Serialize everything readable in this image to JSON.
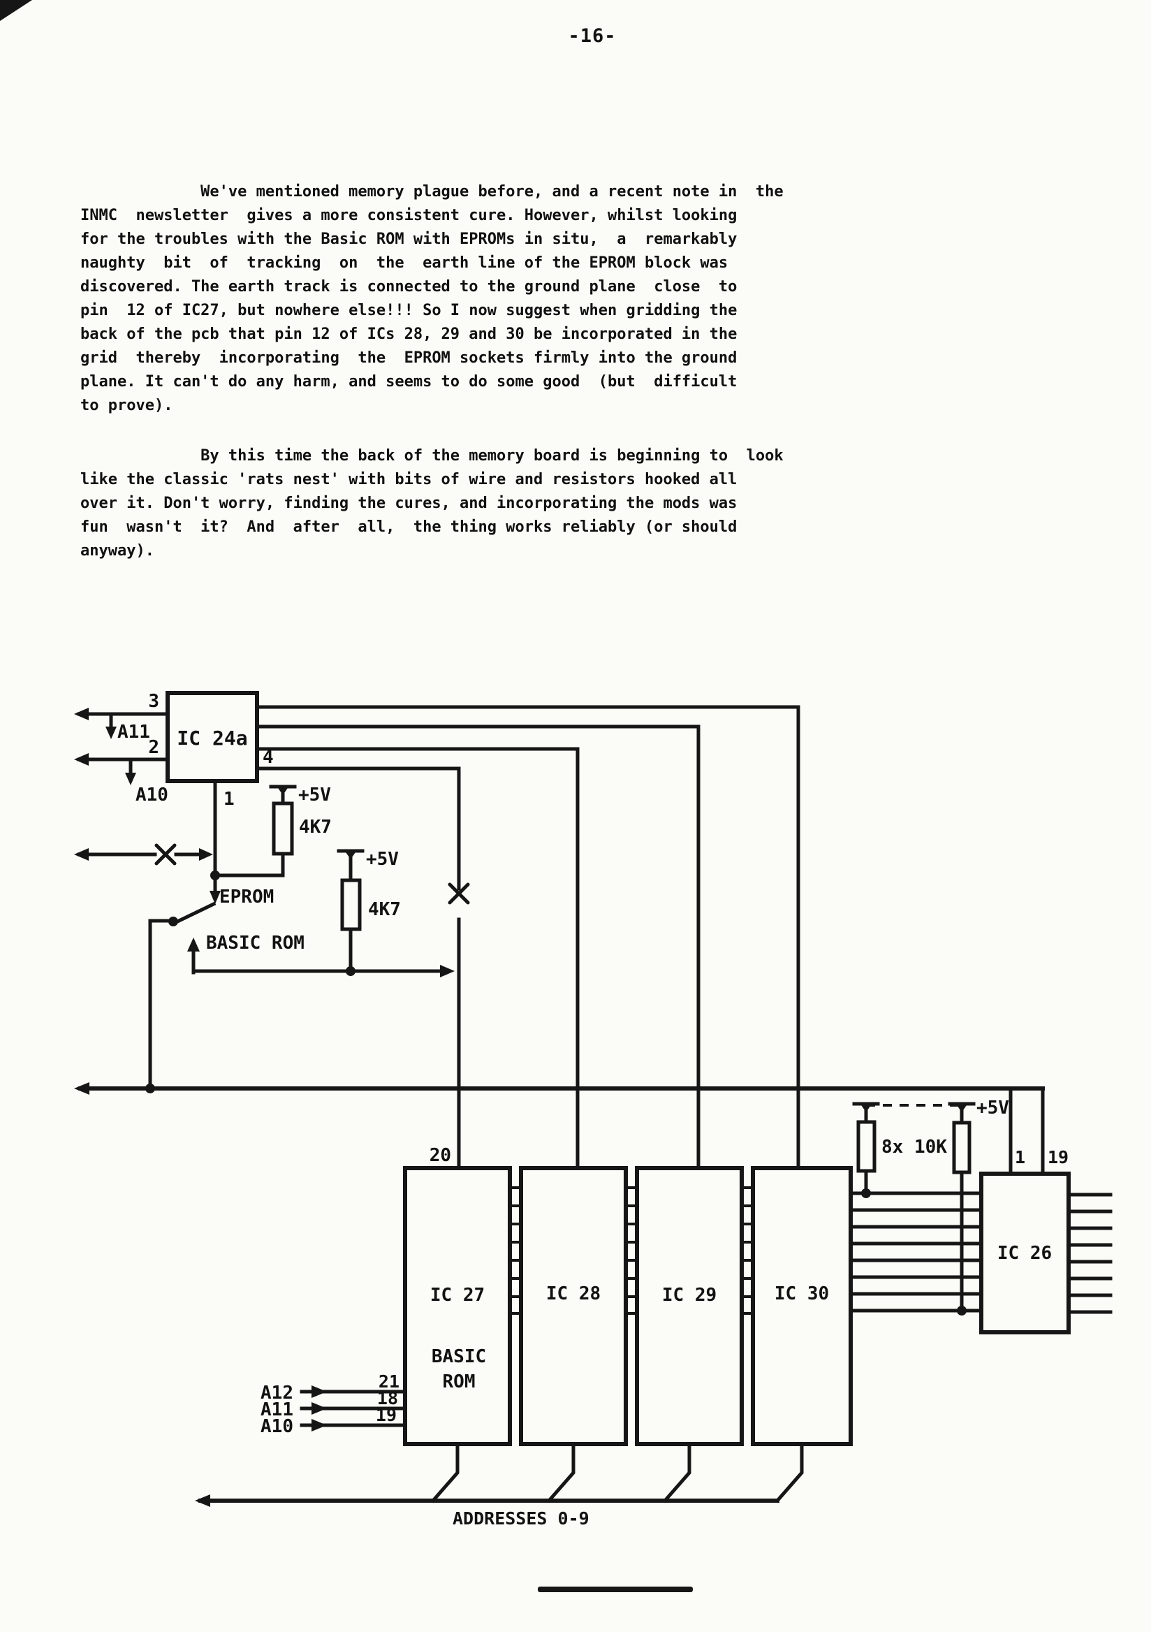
{
  "page": {
    "number": "-16-"
  },
  "paragraphs": [
    {
      "lines": [
        "             We've mentioned memory plague before, and a recent note in  the",
        "INMC  newsletter  gives a more consistent cure. However, whilst looking",
        "for the troubles with the Basic ROM with EPROMs in situ,  a  remarkably",
        "naughty  bit  of  tracking  on  the  earth line of the EPROM block was",
        "discovered. The earth track is connected to the ground plane  close  to",
        "pin  12 of IC27, but nowhere else!!! So I now suggest when gridding the",
        "back of the pcb that pin 12 of ICs 28, 29 and 30 be incorporated in the",
        "grid  thereby  incorporating  the  EPROM sockets firmly into the ground",
        "plane. It can't do any harm, and seems to do some good  (but  difficult",
        "to prove)."
      ]
    },
    {
      "lines": [
        "             By this time the back of the memory board is beginning to  look",
        "like the classic 'rats nest' with bits of wire and resistors hooked all",
        "over it. Don't worry, finding the cures, and incorporating the mods was",
        "fun  wasn't  it?  And  after  all,  the thing works reliably (or should",
        "anyway)."
      ]
    }
  ],
  "diagram": {
    "ic24a": {
      "label": "IC 24a",
      "pin_top": "3",
      "pin_bottom": "2",
      "pin_out": "4",
      "pin_select": "1"
    },
    "input_a11": "A11",
    "input_a10": "A10",
    "pullup1": {
      "rail": "+5V",
      "value": "4K7"
    },
    "pullup2": {
      "rail": "+5V",
      "value": "4K7"
    },
    "switch": {
      "pos_eprom": "EPROM",
      "pos_basic": "BASIC ROM"
    },
    "pin20": "20",
    "ic27": {
      "line1": "IC 27",
      "line2": "BASIC",
      "line3": "ROM"
    },
    "ic28": "IC 28",
    "ic29": "IC 29",
    "ic30": "IC 30",
    "pullpack": {
      "rail": "+5V",
      "value": "8x 10K"
    },
    "ic26": {
      "label": "IC 26",
      "pin1": "1",
      "pin19": "19"
    },
    "addr": {
      "a12": "A12",
      "a11": "A11",
      "a10": "A10",
      "pin21": "21",
      "pin18": "18",
      "pin19": "19"
    },
    "bus_label": "ADDRESSES 0-9"
  }
}
